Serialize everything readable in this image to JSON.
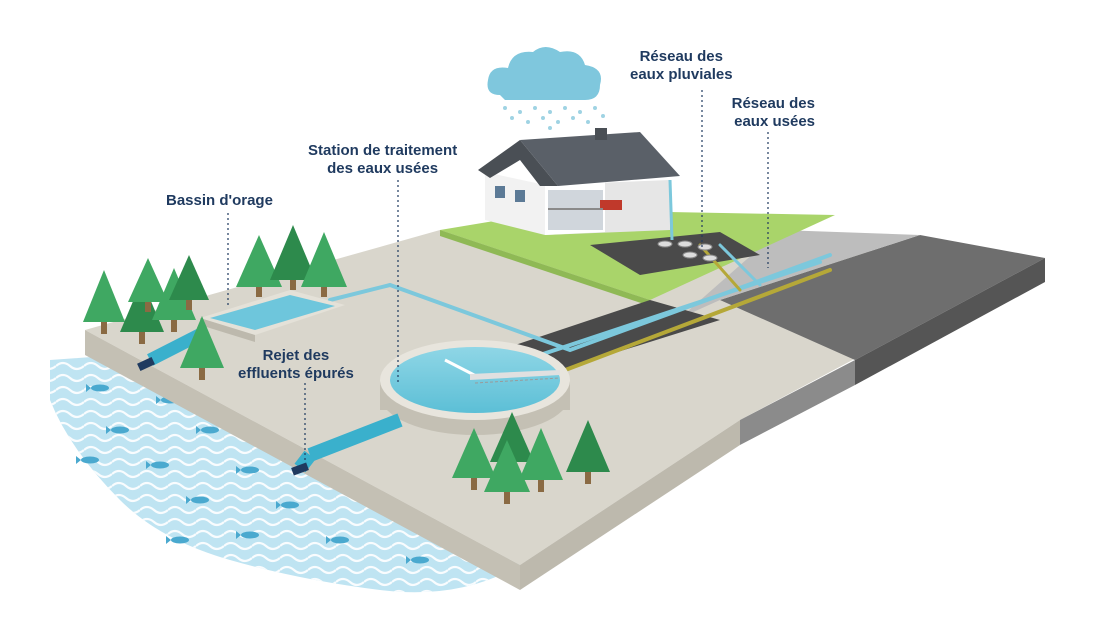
{
  "labels": {
    "stormwater_network": [
      "Réseau des",
      "eaux pluviales"
    ],
    "wastewater_network": [
      "Réseau des",
      "eaux usées"
    ],
    "treatment_station": [
      "Station de traitement",
      "des eaux usées"
    ],
    "storm_basin": [
      "Bassin d'orage"
    ],
    "effluent_discharge": [
      "Rejet des",
      "effluents épurés"
    ]
  },
  "colors": {
    "label_text": "#1f3a5f",
    "water": "#6ec6dc",
    "water_pipe": "#7cc8dc",
    "sewage_pipe": "#b5a838",
    "ground_top": "#d9d6cc",
    "ground_side": "#c4c0b4",
    "grass": "#a9d46a",
    "asphalt": "#6e6e6e",
    "tree": "#3fa862",
    "tree_dark": "#2d8a4c",
    "river": "#bfe4f2",
    "fish": "#4aa9cf",
    "cloud": "#7fc7dd",
    "roof": "#4a4f55"
  }
}
